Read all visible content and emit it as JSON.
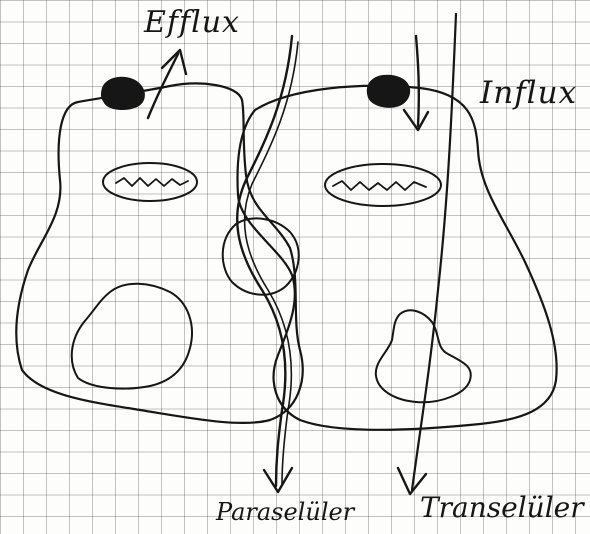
{
  "diagram": {
    "labels": {
      "efflux": "Efflux",
      "influx": "Influx",
      "paracellular": "Paraselüler",
      "transcellular": "Transelüler"
    },
    "colors": {
      "ink": "#161616",
      "paper": "#fdfdfb",
      "grid": "#9a9a9a"
    }
  }
}
